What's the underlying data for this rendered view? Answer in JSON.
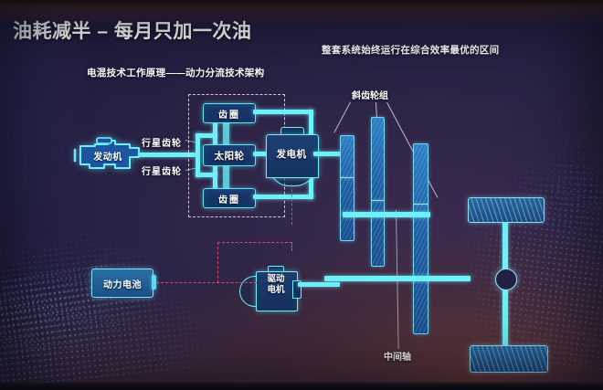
{
  "slide": {
    "title": "油耗减半 – 每月只加一次油",
    "subtitle": "电混技术工作原理——动力分流技术架构",
    "headline_right": "整套系统始终运行在综合效率最优的区间"
  },
  "diagram": {
    "engine": "发动机",
    "planetary_gear_top": "行星齿轮",
    "planetary_gear_bottom": "行星齿轮",
    "ring_gear_top": "齿圈",
    "sun_gear": "太阳轮",
    "ring_gear_bottom": "齿圈",
    "generator": "发电机",
    "battery": "动力电池",
    "drive_motor": "驱动\n电机",
    "drive_motor_line1": "驱动",
    "drive_motor_line2": "电机",
    "helical_gear_set": "斜齿轮组",
    "intermediate_shaft": "中间轴"
  },
  "colors": {
    "accent_cyan": "#6ff0f8",
    "node_fill": "#1b3a6e",
    "gear_blue": "#2e7fc4",
    "power_cable": "#d9486e",
    "background_purple": "#2e2547",
    "background_warm": "#783e30",
    "text_white": "#ffffff"
  }
}
